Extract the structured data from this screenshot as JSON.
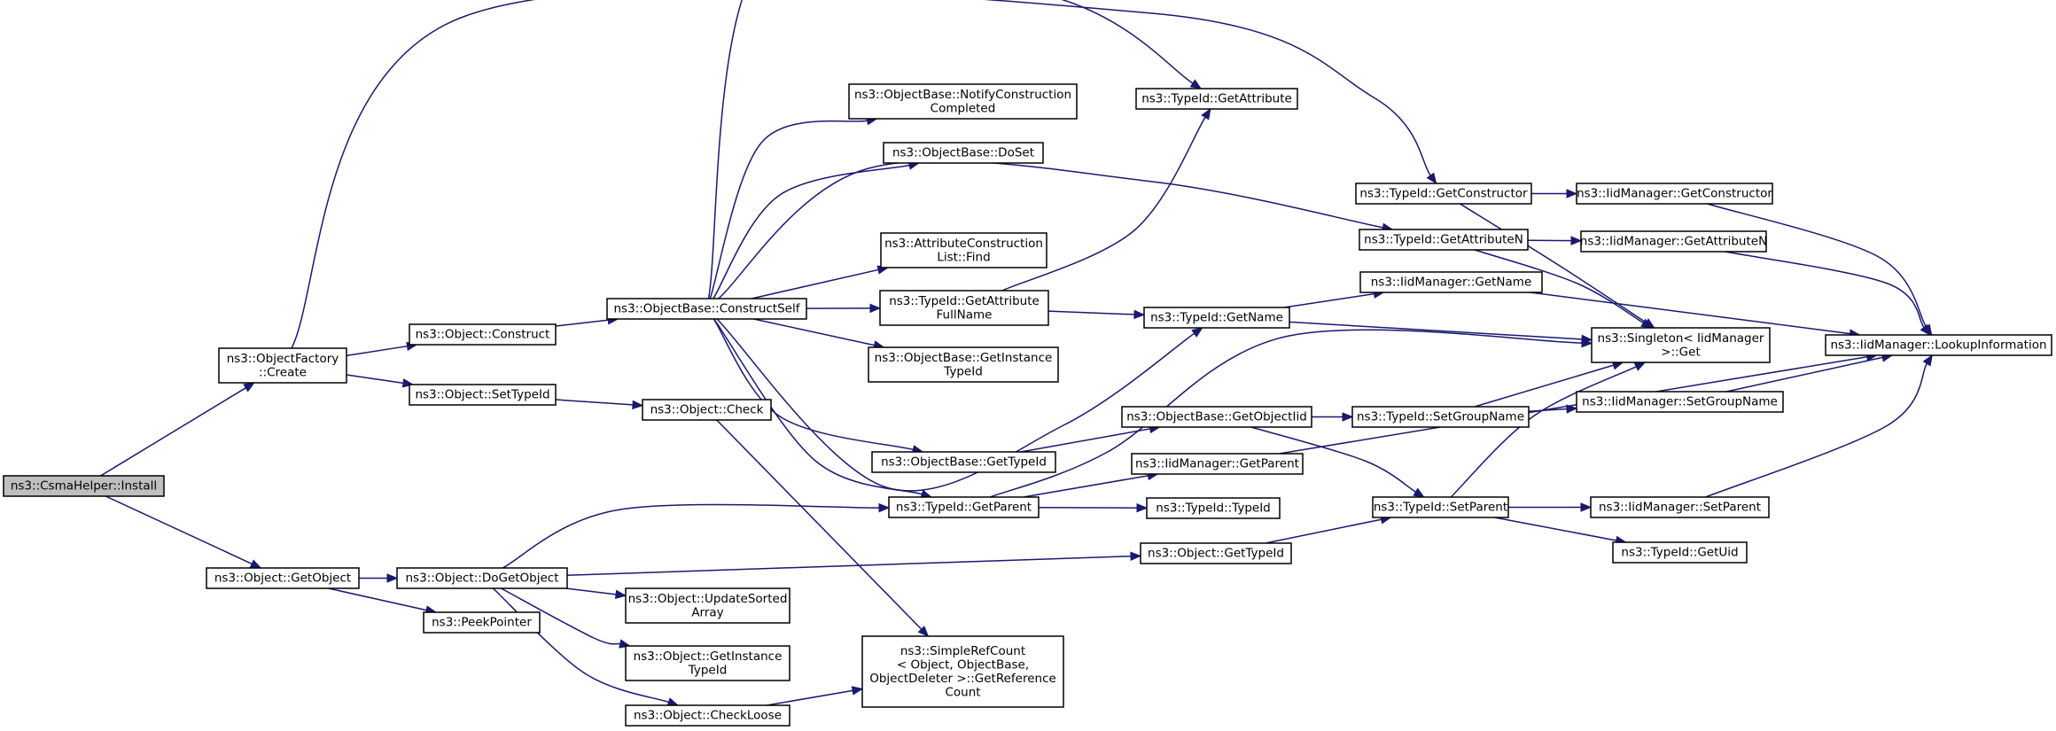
{
  "diagram": {
    "nodes": [
      {
        "id": "install",
        "lines": [
          "ns3::CsmaHelper::Install"
        ],
        "root": true
      },
      {
        "id": "of_create",
        "lines": [
          "ns3::ObjectFactory",
          "::Create"
        ]
      },
      {
        "id": "obj_getobject",
        "lines": [
          "ns3::Object::GetObject"
        ]
      },
      {
        "id": "obj_construct",
        "lines": [
          "ns3::Object::Construct"
        ]
      },
      {
        "id": "obj_settypeid",
        "lines": [
          "ns3::Object::SetTypeId"
        ]
      },
      {
        "id": "ob_constructself",
        "lines": [
          "ns3::ObjectBase::ConstructSelf"
        ]
      },
      {
        "id": "obj_check",
        "lines": [
          "ns3::Object::Check"
        ]
      },
      {
        "id": "obj_dogetobject",
        "lines": [
          "ns3::Object::DoGetObject"
        ]
      },
      {
        "id": "peekpointer",
        "lines": [
          "ns3::PeekPointer"
        ]
      },
      {
        "id": "ob_notify",
        "lines": [
          "ns3::ObjectBase::NotifyConstruction",
          "Completed"
        ]
      },
      {
        "id": "ob_doset",
        "lines": [
          "ns3::ObjectBase::DoSet"
        ]
      },
      {
        "id": "acl_find",
        "lines": [
          "ns3::AttributeConstruction",
          "List::Find"
        ]
      },
      {
        "id": "tid_getattrfullname",
        "lines": [
          "ns3::TypeId::GetAttribute",
          "FullName"
        ]
      },
      {
        "id": "ob_getinstancetypeid",
        "lines": [
          "ns3::ObjectBase::GetInstance",
          "TypeId"
        ]
      },
      {
        "id": "ob_gettypeid",
        "lines": [
          "ns3::ObjectBase::GetTypeId"
        ]
      },
      {
        "id": "tid_getparent",
        "lines": [
          "ns3::TypeId::GetParent"
        ]
      },
      {
        "id": "obj_updatesorted",
        "lines": [
          "ns3::Object::UpdateSorted",
          "Array"
        ]
      },
      {
        "id": "obj_getinstancetypeid",
        "lines": [
          "ns3::Object::GetInstance",
          "TypeId"
        ]
      },
      {
        "id": "obj_checkloose",
        "lines": [
          "ns3::Object::CheckLoose"
        ]
      },
      {
        "id": "src_getrefcount",
        "lines": [
          "ns3::SimpleRefCount",
          "< Object, ObjectBase,",
          " ObjectDeleter >::GetReference",
          "Count"
        ]
      },
      {
        "id": "tid_getattribute",
        "lines": [
          "ns3::TypeId::GetAttribute"
        ]
      },
      {
        "id": "tid_getname",
        "lines": [
          "ns3::TypeId::GetName"
        ]
      },
      {
        "id": "ob_getobjectiid",
        "lines": [
          "ns3::ObjectBase::GetObjectIid"
        ]
      },
      {
        "id": "iid_getparent",
        "lines": [
          "ns3::IidManager::GetParent"
        ]
      },
      {
        "id": "tid_typeid",
        "lines": [
          "ns3::TypeId::TypeId"
        ]
      },
      {
        "id": "obj_gettypeid",
        "lines": [
          "ns3::Object::GetTypeId"
        ]
      },
      {
        "id": "tid_getconstructor",
        "lines": [
          "ns3::TypeId::GetConstructor"
        ]
      },
      {
        "id": "tid_getattributen",
        "lines": [
          "ns3::TypeId::GetAttributeN"
        ]
      },
      {
        "id": "iid_getname",
        "lines": [
          "ns3::IidManager::GetName"
        ]
      },
      {
        "id": "tid_setgroupname",
        "lines": [
          "ns3::TypeId::SetGroupName"
        ]
      },
      {
        "id": "tid_setparent",
        "lines": [
          "ns3::TypeId::SetParent"
        ]
      },
      {
        "id": "iid_getconstructor",
        "lines": [
          "ns3::IidManager::GetConstructor"
        ]
      },
      {
        "id": "iid_getattributen",
        "lines": [
          "ns3::IidManager::GetAttributeN"
        ]
      },
      {
        "id": "singleton_get",
        "lines": [
          "ns3::Singleton< IidManager",
          " >::Get"
        ]
      },
      {
        "id": "iid_setgroupname",
        "lines": [
          "ns3::IidManager::SetGroupName"
        ]
      },
      {
        "id": "iid_setparent",
        "lines": [
          "ns3::IidManager::SetParent"
        ]
      },
      {
        "id": "tid_getuid",
        "lines": [
          "ns3::TypeId::GetUid"
        ]
      },
      {
        "id": "iid_lookup",
        "lines": [
          "ns3::IidManager::LookupInformation"
        ]
      }
    ],
    "edges": [
      [
        "install",
        "of_create"
      ],
      [
        "install",
        "obj_getobject"
      ],
      [
        "of_create",
        "tid_getconstructor"
      ],
      [
        "of_create",
        "obj_construct"
      ],
      [
        "of_create",
        "obj_settypeid"
      ],
      [
        "obj_construct",
        "ob_constructself"
      ],
      [
        "obj_settypeid",
        "obj_check"
      ],
      [
        "obj_getobject",
        "obj_dogetobject"
      ],
      [
        "obj_getobject",
        "peekpointer"
      ],
      [
        "ob_constructself",
        "tid_getattribute"
      ],
      [
        "ob_constructself",
        "ob_notify"
      ],
      [
        "ob_constructself",
        "ob_doset"
      ],
      [
        "ob_constructself",
        "tid_getattributen"
      ],
      [
        "ob_constructself",
        "acl_find"
      ],
      [
        "ob_constructself",
        "tid_getattrfullname"
      ],
      [
        "ob_constructself",
        "ob_getinstancetypeid"
      ],
      [
        "ob_constructself",
        "tid_getname"
      ],
      [
        "ob_constructself",
        "ob_gettypeid"
      ],
      [
        "ob_constructself",
        "tid_getparent"
      ],
      [
        "tid_getattrfullname",
        "tid_getattribute"
      ],
      [
        "tid_getattrfullname",
        "tid_getname"
      ],
      [
        "obj_check",
        "src_getrefcount"
      ],
      [
        "obj_dogetobject",
        "tid_getparent"
      ],
      [
        "obj_dogetobject",
        "obj_gettypeid"
      ],
      [
        "obj_dogetobject",
        "obj_updatesorted"
      ],
      [
        "obj_dogetobject",
        "obj_getinstancetypeid"
      ],
      [
        "obj_dogetobject",
        "obj_checkloose"
      ],
      [
        "obj_checkloose",
        "src_getrefcount"
      ],
      [
        "ob_gettypeid",
        "ob_getobjectiid"
      ],
      [
        "tid_getparent",
        "singleton_get"
      ],
      [
        "tid_getparent",
        "iid_getparent"
      ],
      [
        "tid_getparent",
        "tid_typeid"
      ],
      [
        "tid_getname",
        "iid_getname"
      ],
      [
        "tid_getname",
        "singleton_get"
      ],
      [
        "tid_getconstructor",
        "iid_getconstructor"
      ],
      [
        "tid_getconstructor",
        "singleton_get"
      ],
      [
        "tid_getattributen",
        "iid_getattributen"
      ],
      [
        "tid_getattributen",
        "singleton_get"
      ],
      [
        "ob_getobjectiid",
        "tid_setgroupname"
      ],
      [
        "ob_getobjectiid",
        "tid_setparent"
      ],
      [
        "obj_gettypeid",
        "tid_setparent"
      ],
      [
        "iid_getparent",
        "iid_lookup"
      ],
      [
        "iid_getname",
        "iid_lookup"
      ],
      [
        "iid_getconstructor",
        "iid_lookup"
      ],
      [
        "iid_getattributen",
        "iid_lookup"
      ],
      [
        "tid_setgroupname",
        "singleton_get"
      ],
      [
        "tid_setgroupname",
        "iid_setgroupname"
      ],
      [
        "iid_setgroupname",
        "iid_lookup"
      ],
      [
        "tid_setparent",
        "singleton_get"
      ],
      [
        "tid_setparent",
        "iid_setparent"
      ],
      [
        "tid_setparent",
        "tid_getuid"
      ],
      [
        "iid_setparent",
        "iid_lookup"
      ]
    ]
  }
}
